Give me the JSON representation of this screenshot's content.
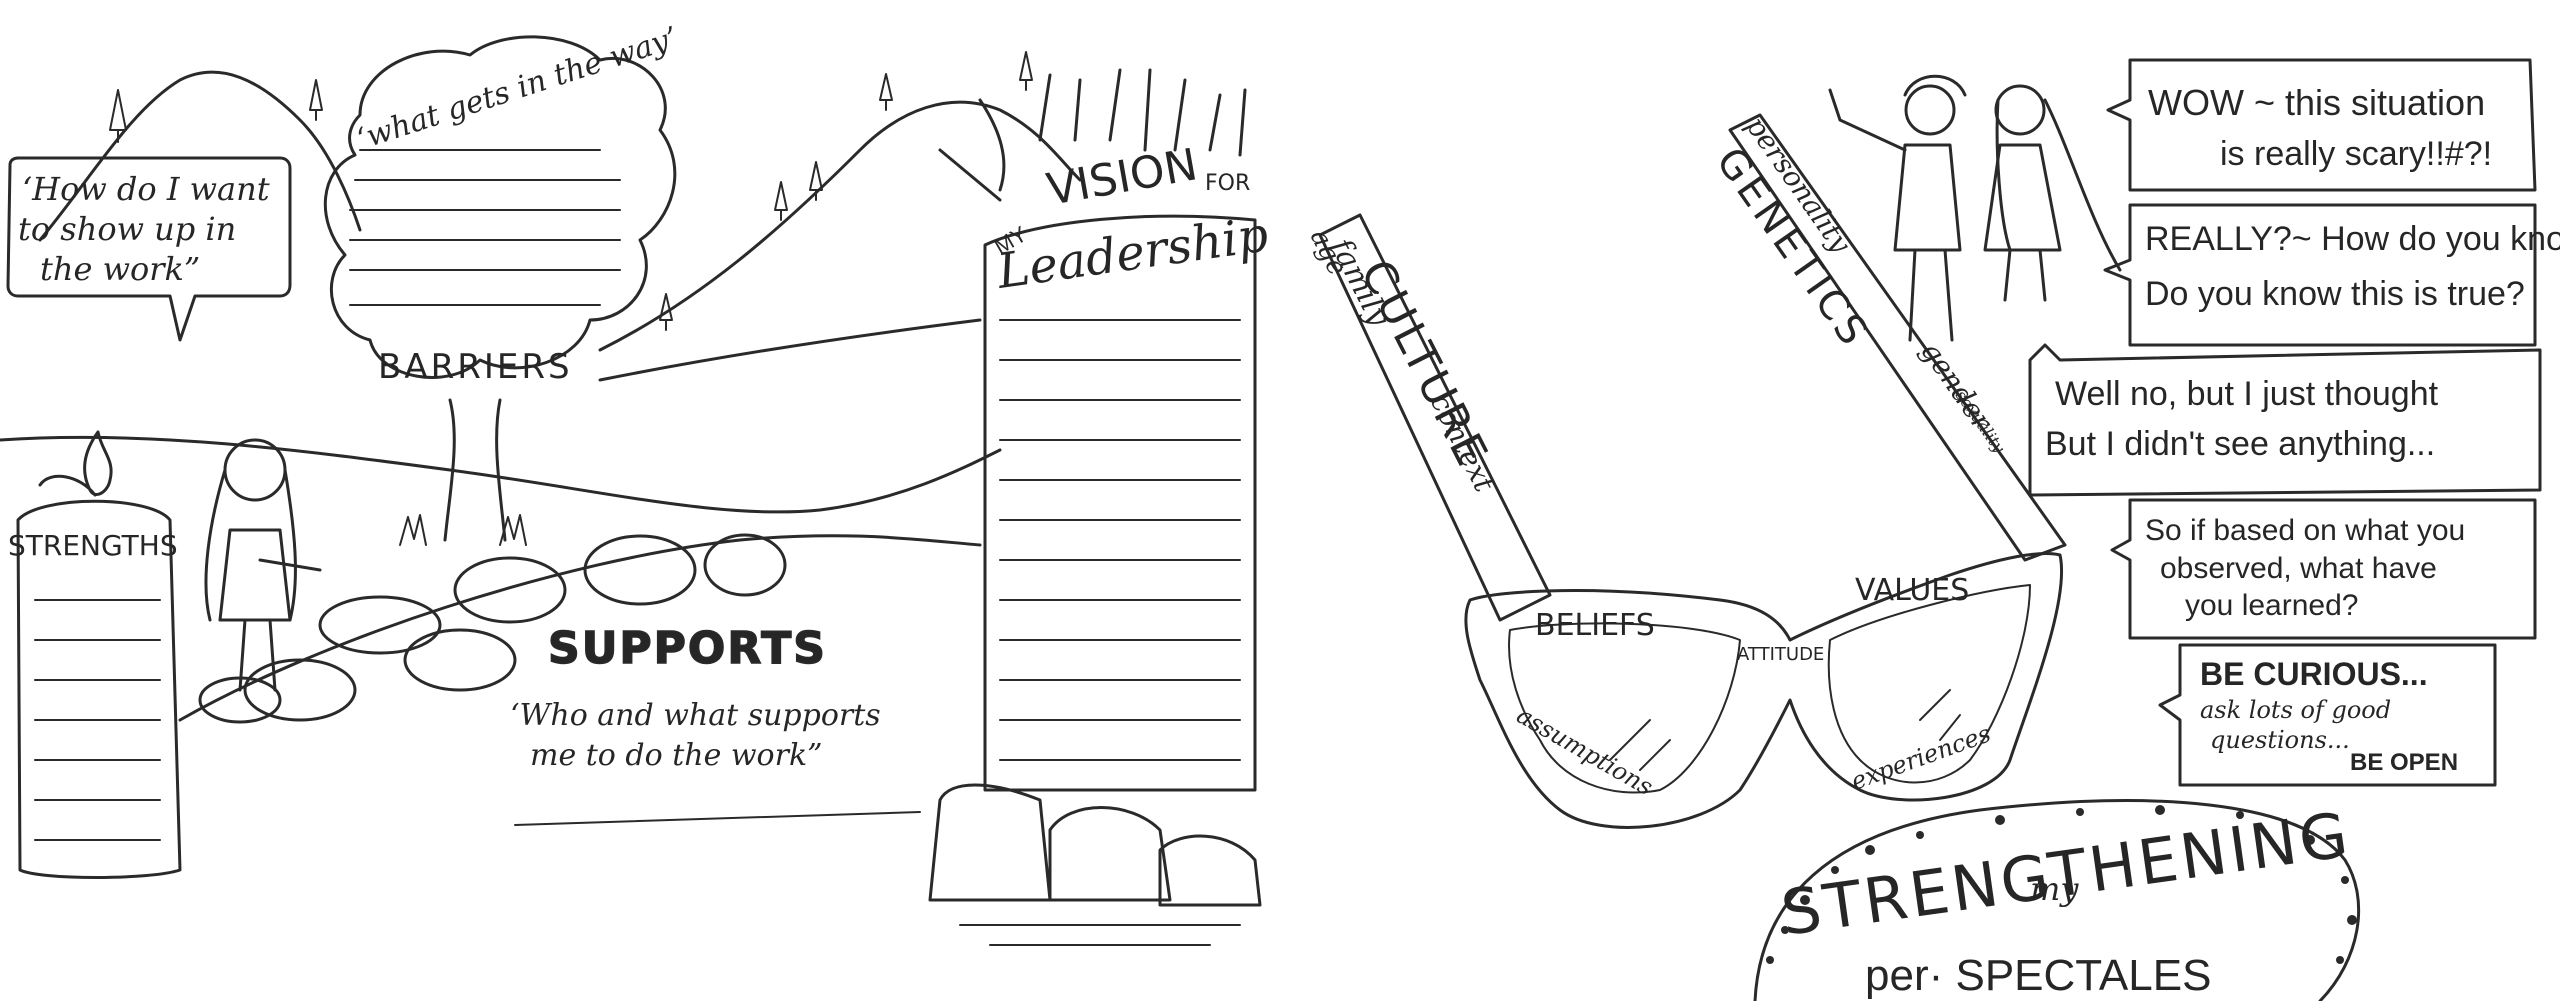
{
  "left_panel": {
    "show_up_prompt": [
      "‘How do I want",
      "to show up in",
      "the work”"
    ],
    "cloud_prompt": "‘what gets in the way’",
    "barriers_label": "BARRIERS",
    "strengths_label": "STRENGTHS",
    "supports_label": "SUPPORTS",
    "supports_prompt": [
      "‘Who and what supports",
      "me to do the work”"
    ],
    "vision_my": "MY",
    "vision_title": "VISION",
    "vision_for": "FOR",
    "vision_leadership": "Leadership"
  },
  "right_panel": {
    "left_arm_words": [
      "family",
      "context",
      "age",
      "CULTURE"
    ],
    "right_arm_words": [
      "personality",
      "gender",
      "GENETICS",
      "sexuality"
    ],
    "lens_words": [
      "BELIEFS",
      "VALUES",
      "ATTITUDE",
      "assumptions",
      "experiences"
    ],
    "bubbles": [
      {
        "lines": [
          "WOW ~ this situation",
          "is really scary!!#?!"
        ]
      },
      {
        "lines": [
          "REALLY?~ How do you know?",
          "Do you know this is true?"
        ]
      },
      {
        "lines": [
          "Well no, but I just thought",
          "But I didn't see anything..."
        ]
      },
      {
        "lines": [
          "So if based on what you",
          "observed, what have",
          "you learned?"
        ]
      },
      {
        "lines": [
          "BE CURIOUS...",
          "ask lots of good",
          "questions...",
          "BE OPEN"
        ]
      }
    ],
    "title_strengthening": "STRENGTHENING",
    "title_my": "my",
    "title_perspectives": "per· SPECTALES"
  }
}
